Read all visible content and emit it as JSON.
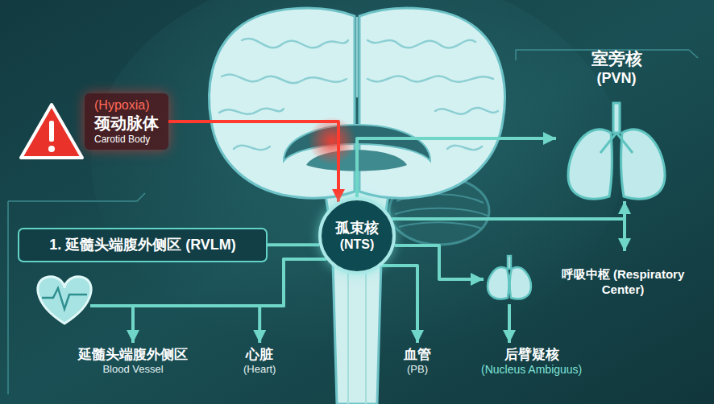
{
  "diagram": {
    "nodes": [
      {
        "text": [
          "(Hypoxia)",
          "颈动脉体",
          "Carotid Body"
        ]
      },
      {
        "text": [
          "孤束核",
          "(NTS)"
        ]
      },
      {
        "text": [
          "室旁核",
          "(PVN)"
        ]
      },
      {
        "text": [
          "1. 延髓头端腹外侧区 (RVLM)"
        ]
      },
      {
        "text": [
          "呼吸中枢 (Respiratory Center)"
        ]
      },
      {
        "text": [
          "延髓头端腹外侧区",
          "Blood Vessel"
        ]
      },
      {
        "text": [
          "心脏",
          "(Heart)"
        ]
      },
      {
        "text": [
          "血管",
          "(PB)"
        ]
      },
      {
        "text": [
          "后臂疑核",
          "(Nucleus Ambiguus)"
        ]
      }
    ],
    "edges": [
      {
        "from": 0,
        "to": 1,
        "arrow": "to"
      },
      {
        "from": 1,
        "to": 2,
        "arrow": "to"
      },
      {
        "from": 1,
        "to": 2,
        "arrow": "to"
      },
      {
        "from": 1,
        "to": 4,
        "arrow": "to"
      },
      {
        "from": 1,
        "to": 3,
        "arrow": "none"
      },
      {
        "from": 1,
        "to": 5,
        "arrow": "to"
      },
      {
        "from": 1,
        "to": 6,
        "arrow": "to"
      },
      {
        "from": 1,
        "to": 7,
        "arrow": "to"
      },
      {
        "from": 1,
        "to": 4,
        "arrow": "to"
      },
      {
        "from": 4,
        "to": 8,
        "arrow": "to"
      }
    ]
  }
}
